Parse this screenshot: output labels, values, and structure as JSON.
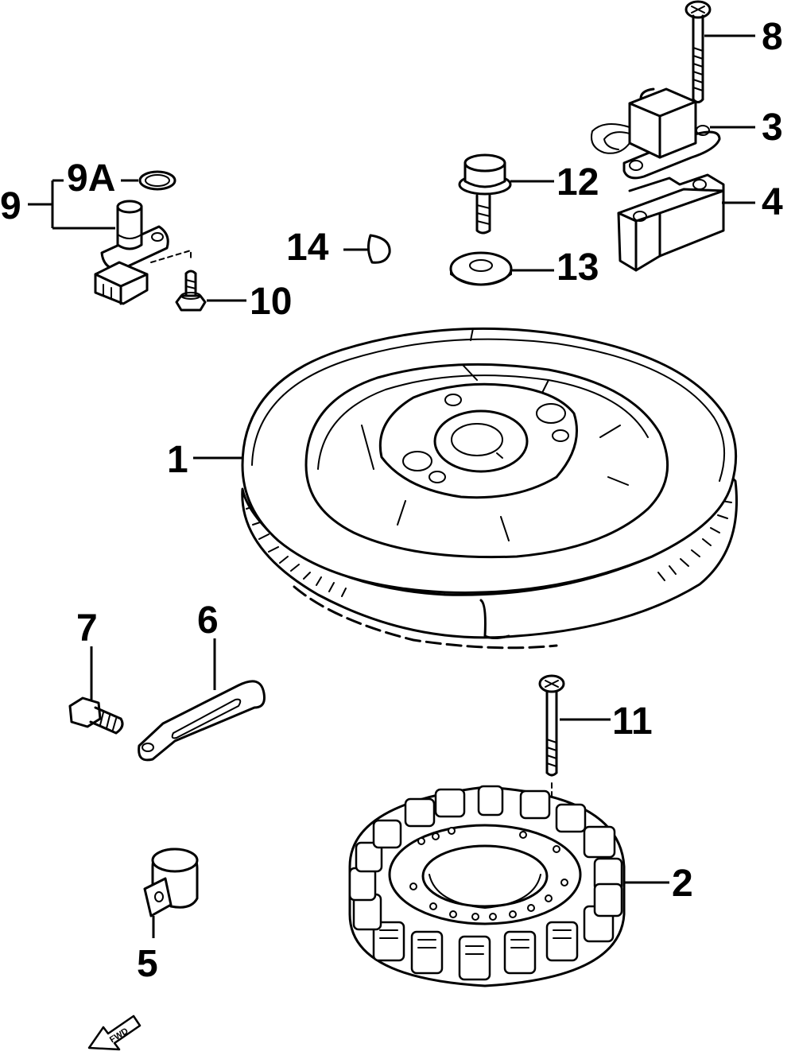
{
  "callouts": {
    "c1": "1",
    "c2": "2",
    "c3": "3",
    "c4": "4",
    "c5": "5",
    "c6": "6",
    "c7": "7",
    "c8": "8",
    "c9": "9",
    "c9a": "9A",
    "c10": "10",
    "c11": "11",
    "c12": "12",
    "c13": "13",
    "c14": "14"
  },
  "direction_label": "FWD"
}
